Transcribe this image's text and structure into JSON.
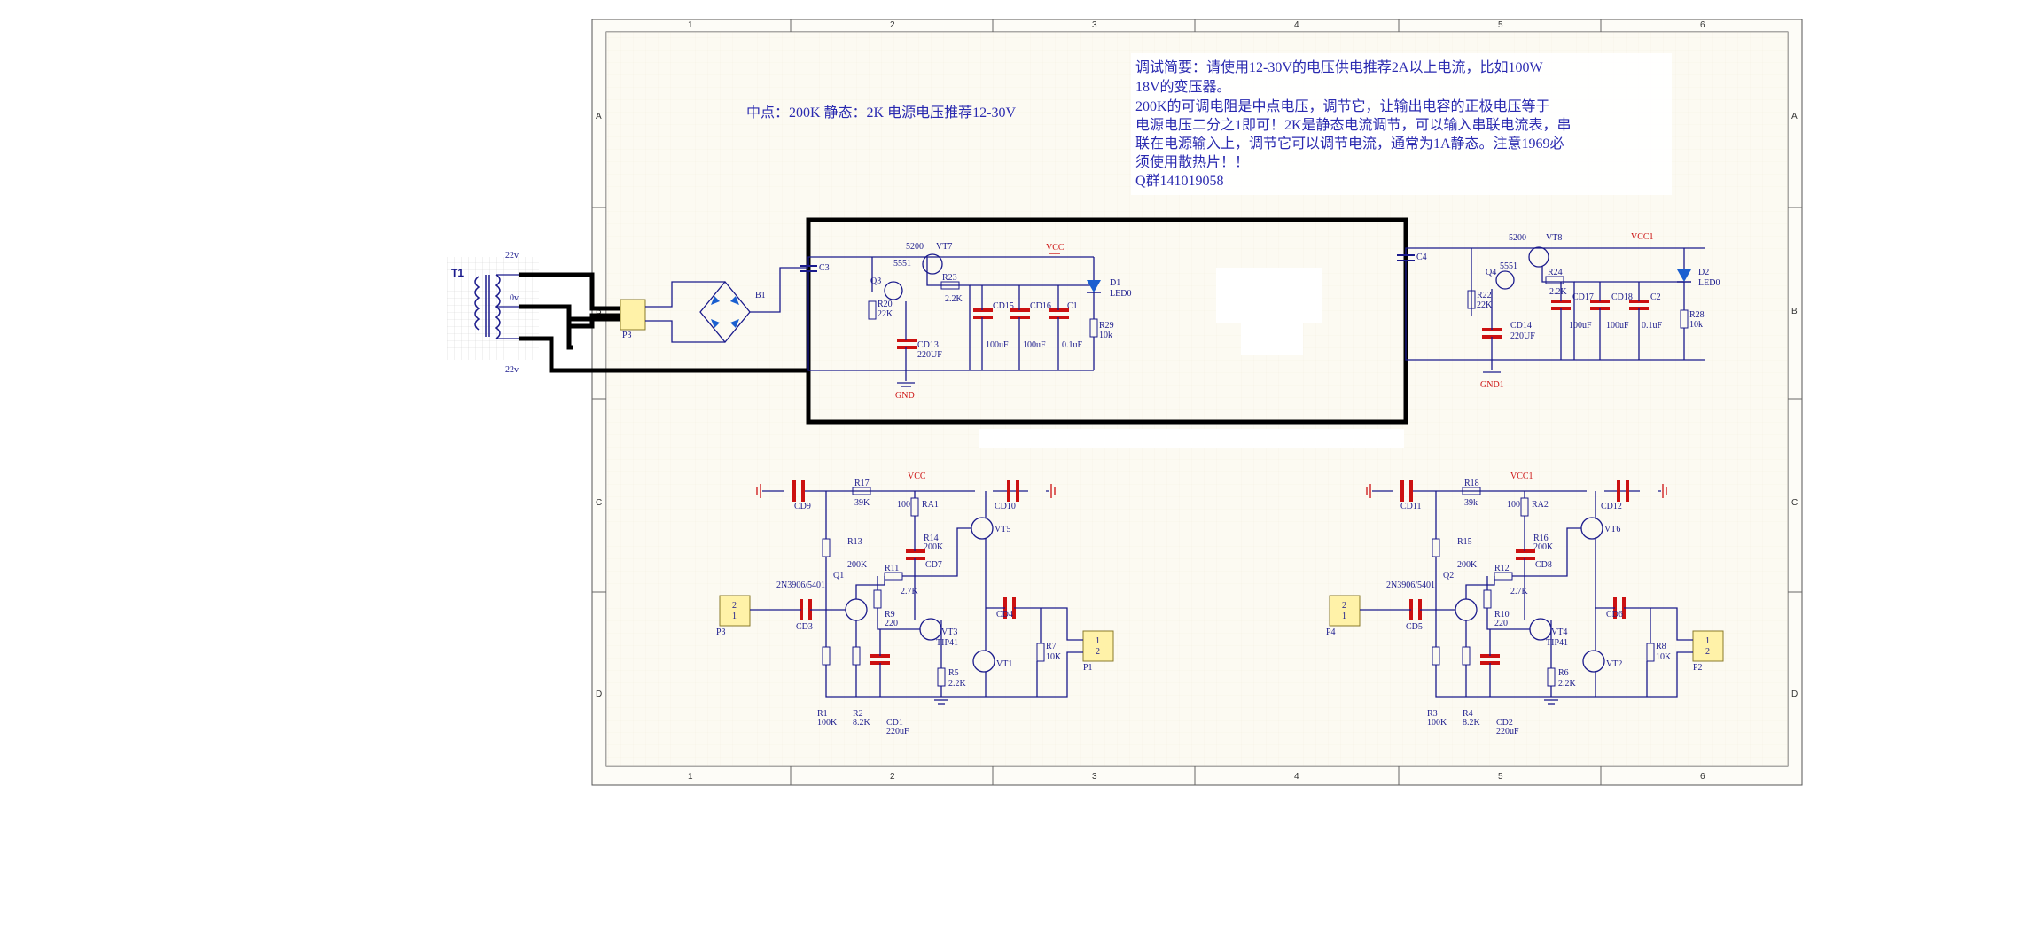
{
  "sheet": {
    "col_labels": [
      "1",
      "2",
      "3",
      "4",
      "5",
      "6"
    ],
    "row_labels": [
      "A",
      "B",
      "C",
      "D"
    ]
  },
  "notes": {
    "midpoint": "中点：200K  静态：2K 电源电压推荐12-30V",
    "instr": [
      "调试简要：请使用12-30V的电压供电推荐2A以上电流，比如100W",
      "18V的变压器。",
      "200K的可调电阻是中点电压，调节它，让输出电容的正极电压等于",
      "电源电压二分之1即可！2K是静态电流调节，可以输入串联电流表，串",
      "联在电源输入上，调节它可以调节电流，通常为1A静态。注意1969必",
      "须使用散热片！！",
      "Q群141019058"
    ]
  },
  "transformer": {
    "ref": "T1",
    "top": "22v",
    "mid": "0v",
    "bot": "22v"
  },
  "psu1": {
    "conn": "P3",
    "bridge": "B1",
    "c_in": "C3",
    "q_drv": "Q3",
    "q_drv_type": "5551",
    "q_pass": "VT7",
    "q_pass_type": "5200",
    "r20": "R20",
    "r20v": "22K",
    "r23": "R23",
    "r23v": "2.2K",
    "cd13": "CD13",
    "cd13v": "220UF",
    "gnd": "GND",
    "vcc": "VCC",
    "cd15": "CD15",
    "cd15v": "100uF",
    "cd16": "CD16",
    "cd16v": "100uF",
    "c1": "C1",
    "c1v": "0.1uF",
    "d1": "D1",
    "led": "LED0",
    "r29": "R29",
    "r29v": "10k"
  },
  "psu2": {
    "c_in": "C4",
    "q_drv": "Q4",
    "q_drv_type": "5551",
    "q_pass": "VT8",
    "q_pass_type": "5200",
    "r22": "R22",
    "r22v": "22K",
    "r24": "R24",
    "r24v": "2.2K",
    "cd14": "CD14",
    "cd14v": "220UF",
    "gnd": "GND1",
    "vcc": "VCC1",
    "cd17": "CD17",
    "cd17v": "100uF",
    "cd18": "CD18",
    "cd18v": "100uF",
    "c2": "C2",
    "c2v": "0.1uF",
    "d2": "D2",
    "led": "LED0",
    "r28": "R28",
    "r28v": "10k"
  },
  "amp1": {
    "cd9": "CD9",
    "r17": "R17",
    "r17v": "39K",
    "vcc": "VCC",
    "cd10": "CD10",
    "r100": "100",
    "ra1": "RA1",
    "r14": "R14",
    "r14v": "200K",
    "cd7": "CD7",
    "vt5": "VT5",
    "r13": "R13",
    "r13v": "200K",
    "q1": "Q1",
    "q1t": "2N3906/5401",
    "r11": "R11",
    "r11v": "2.7K",
    "cd3": "CD3",
    "p_in": "P3",
    "r9": "R9",
    "r9v": "220",
    "vt3": "VT3",
    "vt3t": "TIP41",
    "cd4": "CD4",
    "r7": "R7",
    "r7v": "10K",
    "p_out": "P1",
    "vt1": "VT1",
    "r5": "R5",
    "r5v": "2.2K",
    "r1": "R1",
    "r1v": "100K",
    "r2": "R2",
    "r2v": "8.2K",
    "cd1": "CD1",
    "cd1v": "220uF",
    "pin_a": "2",
    "pin_b": "1",
    "pin_c": "1",
    "pin_d": "2"
  },
  "amp2": {
    "cd11": "CD11",
    "r18": "R18",
    "r18v": "39k",
    "vcc": "VCC1",
    "cd12": "CD12",
    "r100": "100",
    "ra2": "RA2",
    "r16": "R16",
    "r16v": "200K",
    "cd8": "CD8",
    "vt6": "VT6",
    "r15": "R15",
    "r15v": "200K",
    "q2": "Q2",
    "q2t": "2N3906/5401",
    "r12": "R12",
    "r12v": "2.7K",
    "cd5": "CD5",
    "p_in": "P4",
    "r10": "R10",
    "r10v": "220",
    "vt4": "VT4",
    "vt4t": "TIP41",
    "cd6": "CD6",
    "r8": "R8",
    "r8v": "10K",
    "p_out": "P2",
    "vt2": "VT2",
    "r6": "R6",
    "r6v": "2.2K",
    "r3": "R3",
    "r3v": "100K",
    "r4": "R4",
    "r4v": "8.2K",
    "cd2": "CD2",
    "cd2v": "220uF",
    "pin_a": "2",
    "pin_b": "1",
    "pin_c": "1",
    "pin_d": "2"
  },
  "colors": {
    "wire": "#1a1a8c",
    "cap": "#cc1111",
    "sheet": "#fbf8ee",
    "connector": "#fff2a8"
  }
}
